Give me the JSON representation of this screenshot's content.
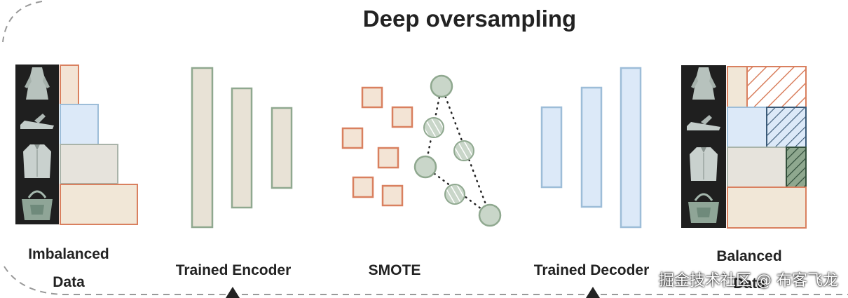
{
  "title": "Deep oversampling",
  "labels": {
    "imbalanced_line1": "Imbalanced",
    "imbalanced_line2": "Data",
    "encoder": "Trained Encoder",
    "smote": "SMOTE",
    "decoder": "Trained Decoder",
    "balanced_line1": "Balanced",
    "balanced_line2": "Data"
  },
  "watermark": "掘金技术社区 @ 布客飞龙",
  "colors": {
    "orange": "#d9805f",
    "orange_fill": "#f3e4d5",
    "blue_fill": "#dce9f8",
    "blue_stroke": "#9dbdd8",
    "beige_fill": "#e8e2d6",
    "green_stroke": "#8fa88f",
    "green_fill": "#c9d6c9",
    "hatch_green": "#4e6a55",
    "dashed_border": "#999999",
    "text": "#222222"
  },
  "icons": [
    "dress-icon",
    "sandal-icon",
    "shirt-icon",
    "bag-icon"
  ]
}
